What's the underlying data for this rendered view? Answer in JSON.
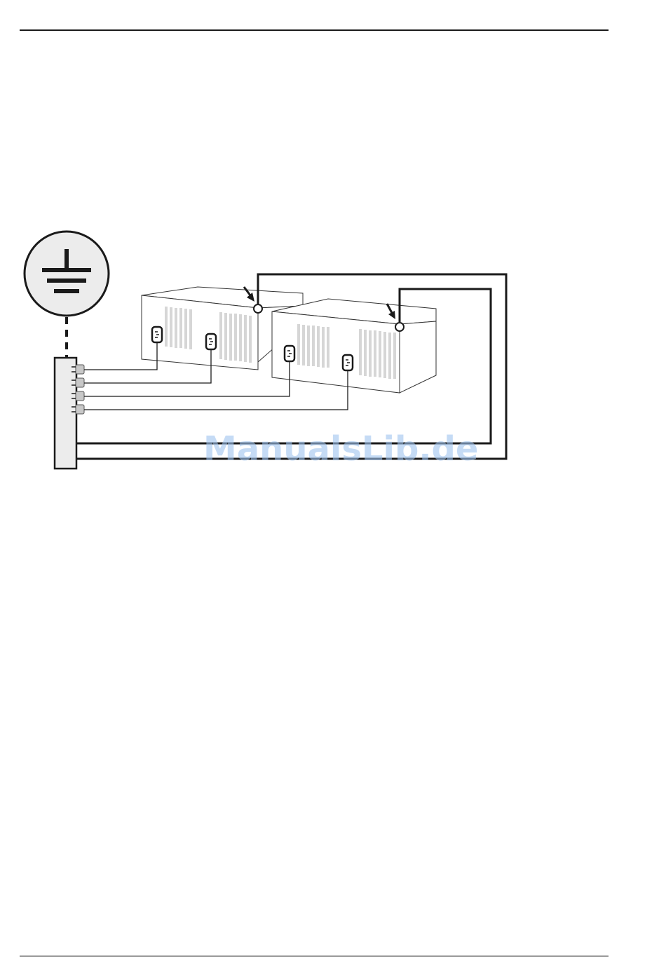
{
  "watermark": {
    "text": "ManualsLib.de"
  },
  "diagram": {
    "devices": 2,
    "sockets_per_device": 2,
    "busbar_terminals": 4,
    "colors": {
      "line": "#1a1a1a",
      "panel": "#ffffff",
      "vent": "#d6d6d6",
      "terminal": "#c8c8c8",
      "watermark": "#9fc4f0"
    },
    "icons": [
      "earth-ground-icon",
      "ground-screw-arrow-icon",
      "power-socket-icon"
    ]
  }
}
